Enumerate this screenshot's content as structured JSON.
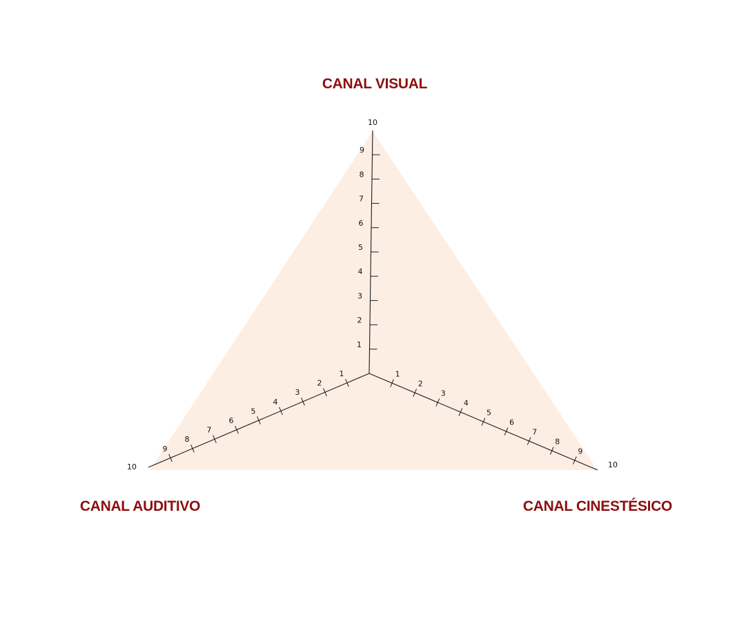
{
  "colors": {
    "background_shape": "#fdeee4",
    "axis_title": "#8c0f0f",
    "axis_line": "#1a1a1a",
    "tick_label": "#111111"
  },
  "chart_data": {
    "type": "radar",
    "axes": [
      {
        "key": "visual",
        "label": "CANAL VISUAL"
      },
      {
        "key": "auditivo",
        "label": "CANAL AUDITIVO"
      },
      {
        "key": "cinestesico",
        "label": "CANAL CINESTÉSICO"
      }
    ],
    "scale": {
      "min": 0,
      "max": 10
    },
    "tick_labels": [
      "1",
      "2",
      "3",
      "4",
      "5",
      "6",
      "7",
      "8",
      "9",
      "10"
    ],
    "series": []
  }
}
